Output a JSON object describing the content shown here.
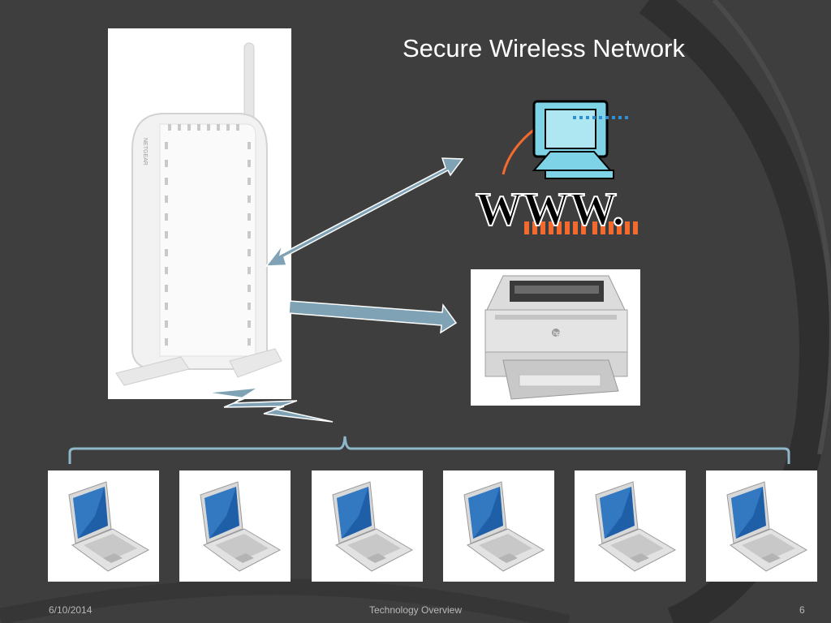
{
  "slide": {
    "title": "Secure Wireless Network",
    "footer": {
      "date": "6/10/2014",
      "center": "Technology Overview",
      "page_number": "6"
    }
  },
  "devices": {
    "router": {
      "brand_text": "NETGEAR"
    },
    "internet": {
      "label": "WWW."
    },
    "printer": {
      "brand_text": "hp"
    },
    "laptops_count": 6
  },
  "colors": {
    "background": "#3e3e3e",
    "arrow_fill": "#7fa3b5",
    "bracket": "#8fb6c9",
    "title_text": "#ffffff",
    "footer_text": "#b8b8b8",
    "monitor_cyan": "#7fd3e6",
    "orange_accent": "#f26a2e"
  }
}
